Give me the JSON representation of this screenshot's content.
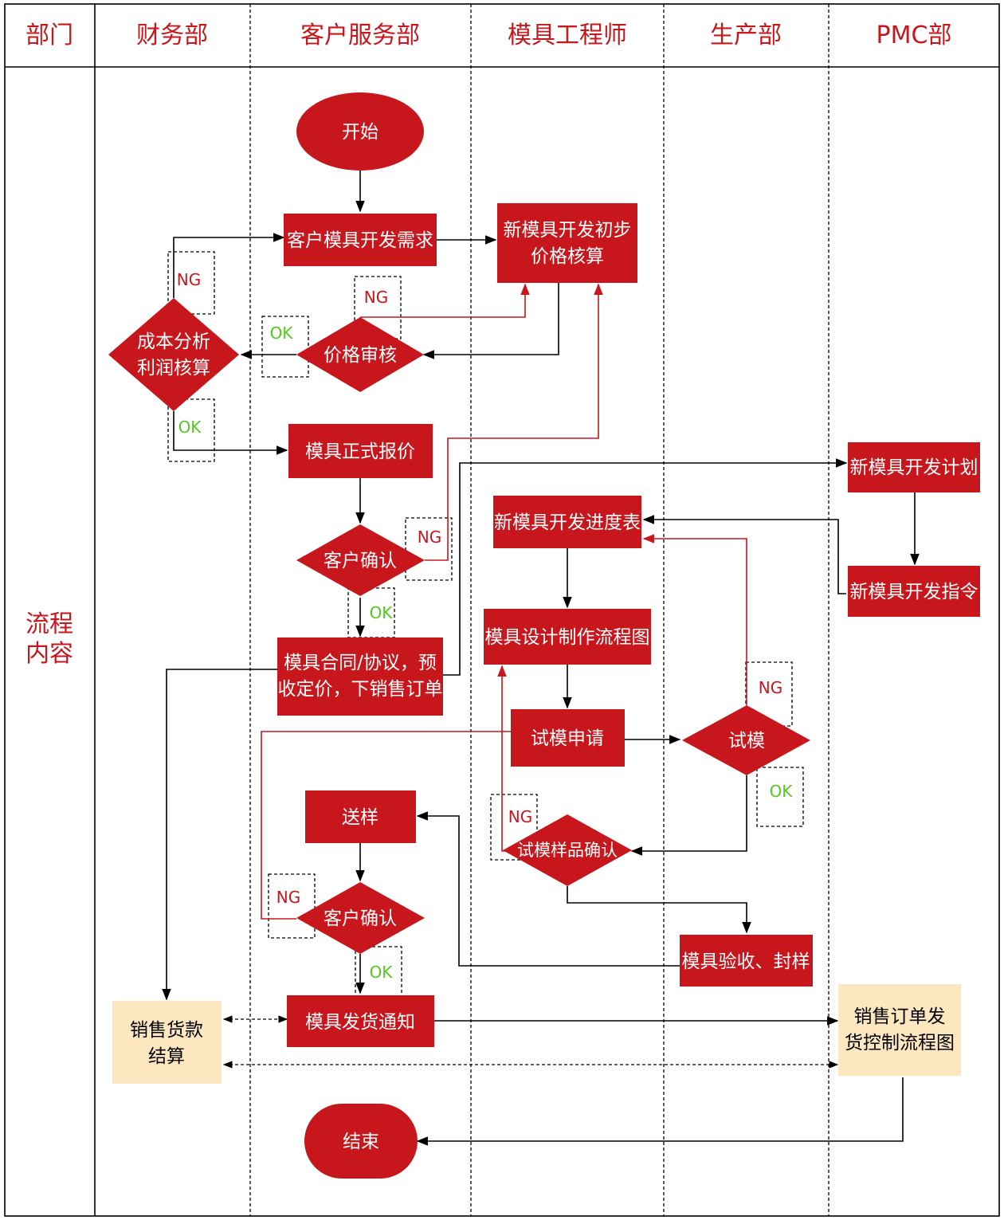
{
  "headers": {
    "dept": "部门",
    "finance": "财务部",
    "customer_service": "客户服务部",
    "mold_engineer": "模具工程师",
    "production": "生产部",
    "pmc": "PMC部"
  },
  "side_label": {
    "line1": "流程",
    "line2": "内容"
  },
  "nodes": {
    "start": "开始",
    "customer_demand": "客户模具开发需求",
    "price_calc_l1": "新模具开发初步",
    "price_calc_l2": "价格核算",
    "price_review": "价格审核",
    "cost_analysis_l1": "成本分析",
    "cost_analysis_l2": "利润核算",
    "formal_quote": "模具正式报价",
    "customer_confirm_1": "客户确认",
    "contract_l1": "模具合同/协议，预",
    "contract_l2": "收定价，下销售订单",
    "dev_plan": "新模具开发计划",
    "progress_table": "新模具开发进度表",
    "dev_instruction": "新模具开发指令",
    "design_flow": "模具设计制作流程图",
    "trial_apply": "试模申请",
    "trial": "试模",
    "sample_confirm": "试模样品确认",
    "send_sample": "送样",
    "customer_confirm_2": "客户确认",
    "acceptance": "模具验收、封样",
    "shipping_notice": "模具发货通知",
    "sales_settle_l1": "销售货款",
    "sales_settle_l2": "结算",
    "sales_order_l1": "销售订单发",
    "sales_order_l2": "货控制流程图",
    "end": "结束"
  },
  "labels": {
    "ng": "NG",
    "ok": "OK"
  },
  "colors": {
    "primary": "#c8161d",
    "note": "#fce7c0",
    "ok": "#55c81f"
  }
}
